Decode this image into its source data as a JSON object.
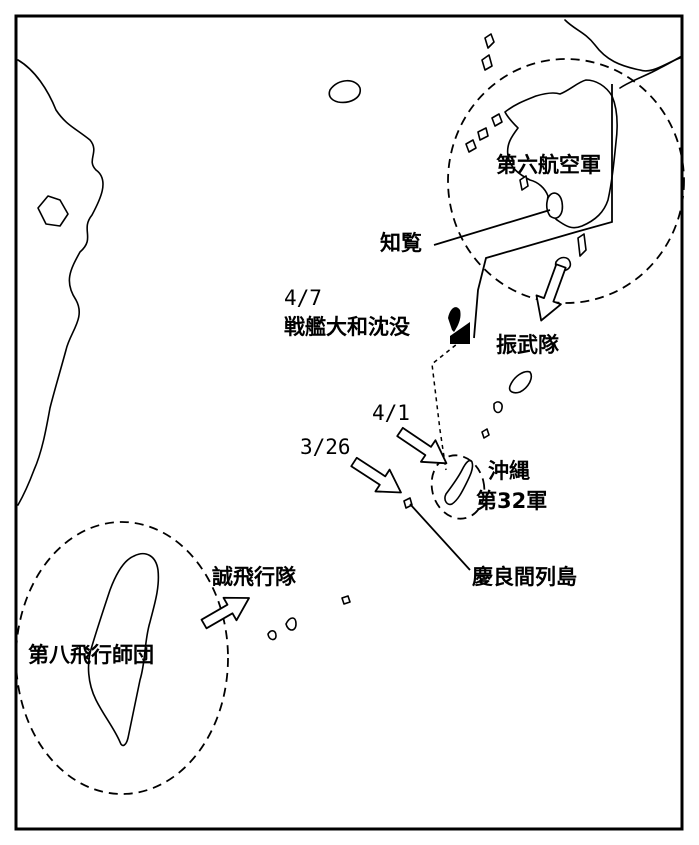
{
  "labels": {
    "sixth_air_army": "第六航空軍",
    "chiran": "知覧",
    "date_yamato": "4/7",
    "yamato_sunk": "戦艦大和沈没",
    "shinbu_unit": "振武隊",
    "date_okinawa": "4/1",
    "okinawa": "沖縄",
    "army_32": "第32軍",
    "date_kerama": "3/26",
    "kerama_islands": "慶良間列島",
    "makoto_unit": "誠飛行隊",
    "eighth_air_division": "第八飛行師団"
  },
  "icons": {
    "ship": "sinking-ship-icon",
    "arrow": "hollow-arrow-icon"
  },
  "colors": {
    "ink": "#000000",
    "paper": "#ffffff"
  }
}
